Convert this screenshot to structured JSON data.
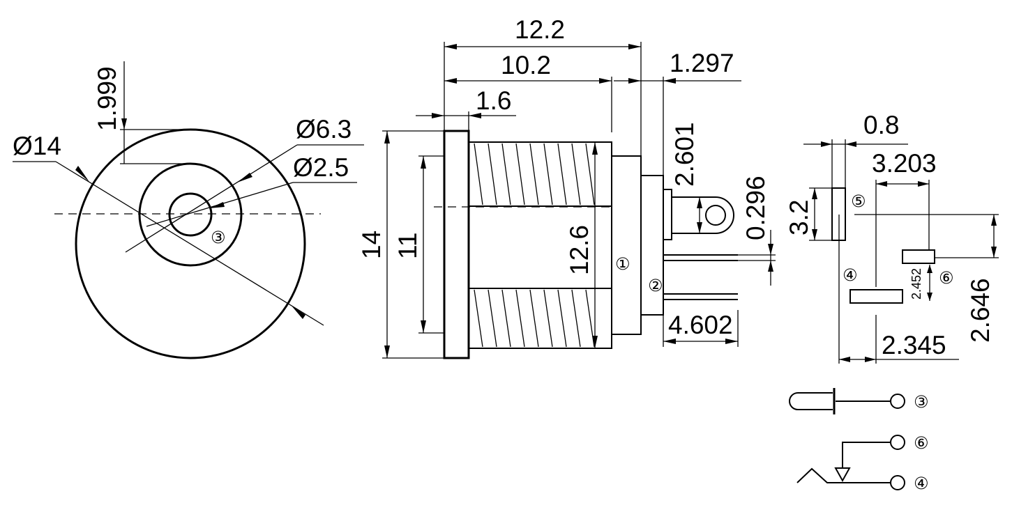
{
  "front_view": {
    "diameter_outer": "Ø14",
    "diameter_mid": "Ø6.3",
    "diameter_pin": "Ø2.5",
    "offset": "1.999",
    "pin_label": "③"
  },
  "side_view": {
    "length_total": "12.2",
    "length_body": "10.2",
    "flange": "1.6",
    "terminal_offset": "1.297",
    "height_total": "14",
    "thread_dia": "11",
    "body_height": "12.6",
    "lug_height": "2.601",
    "lug_thickness": "0.296",
    "terminal_length": "4.602",
    "pin1": "①",
    "pin2": "②"
  },
  "footprint": {
    "pad_width": "0.8",
    "pad_spacing": "3.203",
    "pad_height": "3.2",
    "pad_gap": "2.452",
    "vertical": "2.646",
    "horizontal": "2.345",
    "pad5": "⑤",
    "pad4": "④",
    "pad6": "⑥"
  },
  "schematic": {
    "pin3": "③",
    "pin6": "⑥",
    "pin4": "④"
  }
}
